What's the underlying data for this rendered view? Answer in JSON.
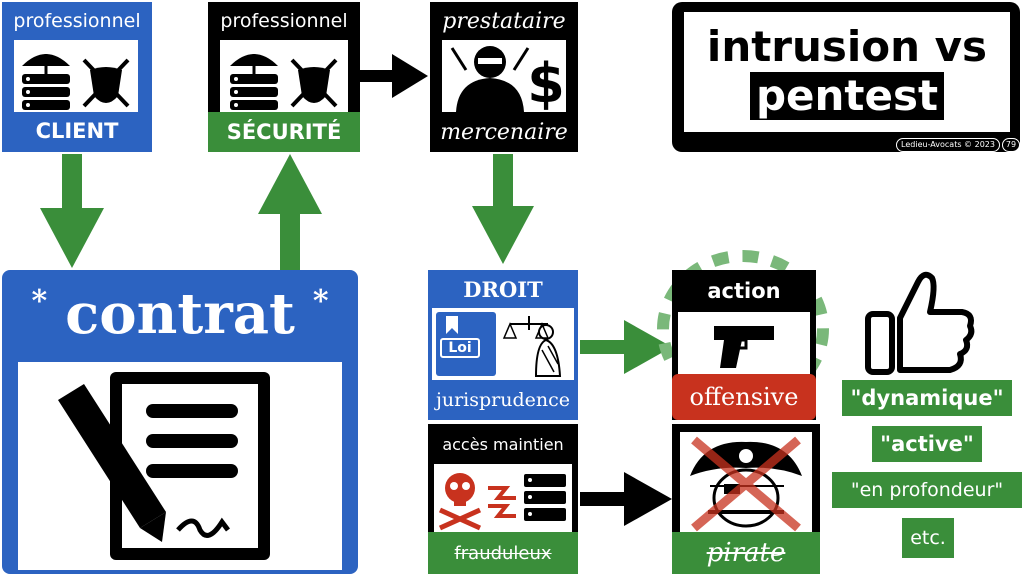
{
  "title": {
    "line1": "intrusion vs",
    "line2": "pentest"
  },
  "footer": {
    "credit": "Ledieu-Avocats © 2023",
    "page": "79"
  },
  "client": {
    "top": "professionnel",
    "bottom": "CLIENT"
  },
  "security": {
    "top": "professionnel",
    "bottom": "SÉCURITÉ"
  },
  "provider": {
    "top": "prestataire",
    "bottom": "mercenaire"
  },
  "contract": {
    "label": "contrat",
    "star": "*"
  },
  "law": {
    "top": "DROIT",
    "book": "Loi",
    "bottom": "jurisprudence"
  },
  "access": {
    "top": "accès maintien",
    "bottom": "frauduleux"
  },
  "action": {
    "top": "action",
    "bottom": "offensive"
  },
  "pirate": {
    "bottom": "pirate"
  },
  "qualities": [
    "\"dynamique\"",
    "\"active\"",
    "\"en profondeur\"",
    "etc."
  ],
  "colors": {
    "blue": "#2c63c1",
    "green": "#3a8e3a",
    "red": "#c8321e",
    "black": "#000000"
  }
}
